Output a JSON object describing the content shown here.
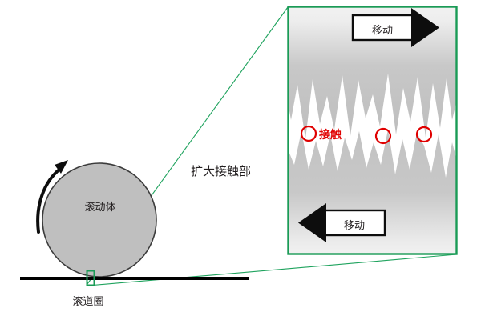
{
  "diagram": {
    "title_text": "扩大接触部",
    "left_panel": {
      "rolling_element_label": "滚动体",
      "raceway_label": "滚道圈",
      "rotation_icon": "curved-rotation-arrow",
      "zoom_marker": "contact-zoom-rect"
    },
    "right_panel": {
      "border_color": "#1a9b56",
      "move_top_label": "移动",
      "move_bottom_label": "移动",
      "contact_label": "接触",
      "contact_marker_color": "#e00000",
      "contact_markers": 3,
      "top_arrow_direction": "right",
      "bottom_arrow_direction": "left",
      "surface_fill": "#c9c9c9",
      "asperity_count_top": 7,
      "asperity_count_bottom": 8
    },
    "colors": {
      "accent_green": "#1a9b56",
      "contact_red": "#e00000",
      "body_gray": "#bfbfbf",
      "outline_black": "#1a1a1a"
    }
  }
}
